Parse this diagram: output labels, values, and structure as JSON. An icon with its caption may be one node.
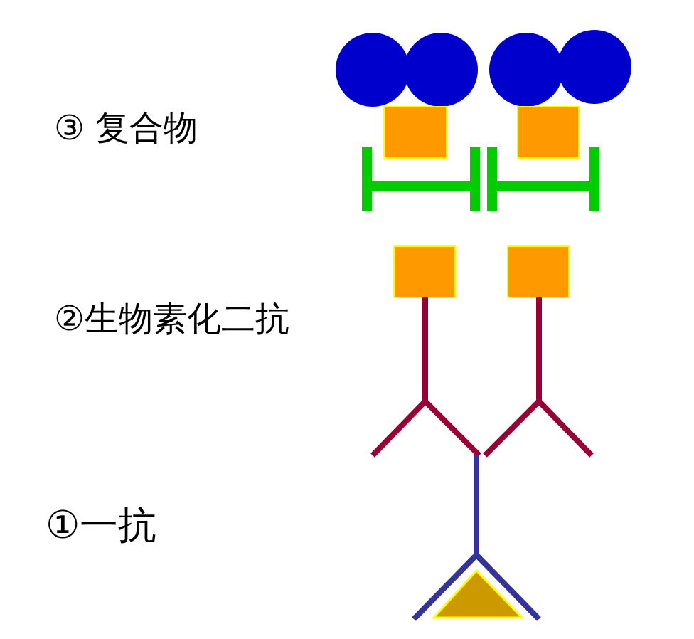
{
  "diagram": {
    "labels": [
      "③ 复合物",
      "②生物素化二抗",
      "①一抗"
    ]
  }
}
